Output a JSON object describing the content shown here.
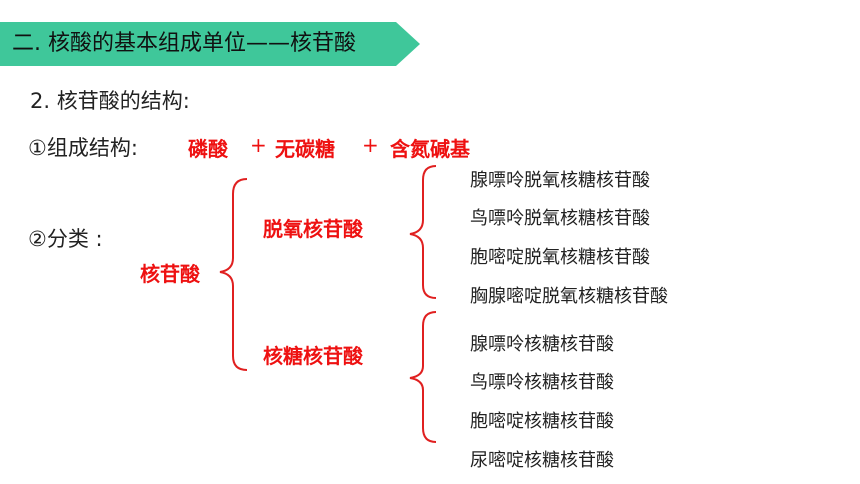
{
  "header": {
    "title": "二. 核酸的基本组成单位——核苷酸"
  },
  "section": {
    "subtitle": "2. 核苷酸的结构:"
  },
  "composition": {
    "label": "①组成结构:",
    "parts": [
      "磷酸",
      "无碳糖",
      "含氮碱基"
    ],
    "plus": "+"
  },
  "classification": {
    "label": "②分类 :",
    "root": "核苷酸",
    "groups": [
      {
        "name": "脱氧核苷酸",
        "items": [
          "腺嘌呤脱氧核糖核苷酸",
          "鸟嘌呤脱氧核糖核苷酸",
          "胞嘧啶脱氧核糖核苷酸",
          "胸腺嘧啶脱氧核糖核苷酸"
        ]
      },
      {
        "name": "核糖核苷酸",
        "items": [
          "腺嘌呤核糖核苷酸",
          "鸟嘌呤核糖核苷酸",
          "胞嘧啶核糖核苷酸",
          "尿嘧啶核糖核苷酸"
        ]
      }
    ]
  },
  "colors": {
    "banner": "#3fc79a",
    "highlight": "#ee1111",
    "brace": "#e02020"
  }
}
